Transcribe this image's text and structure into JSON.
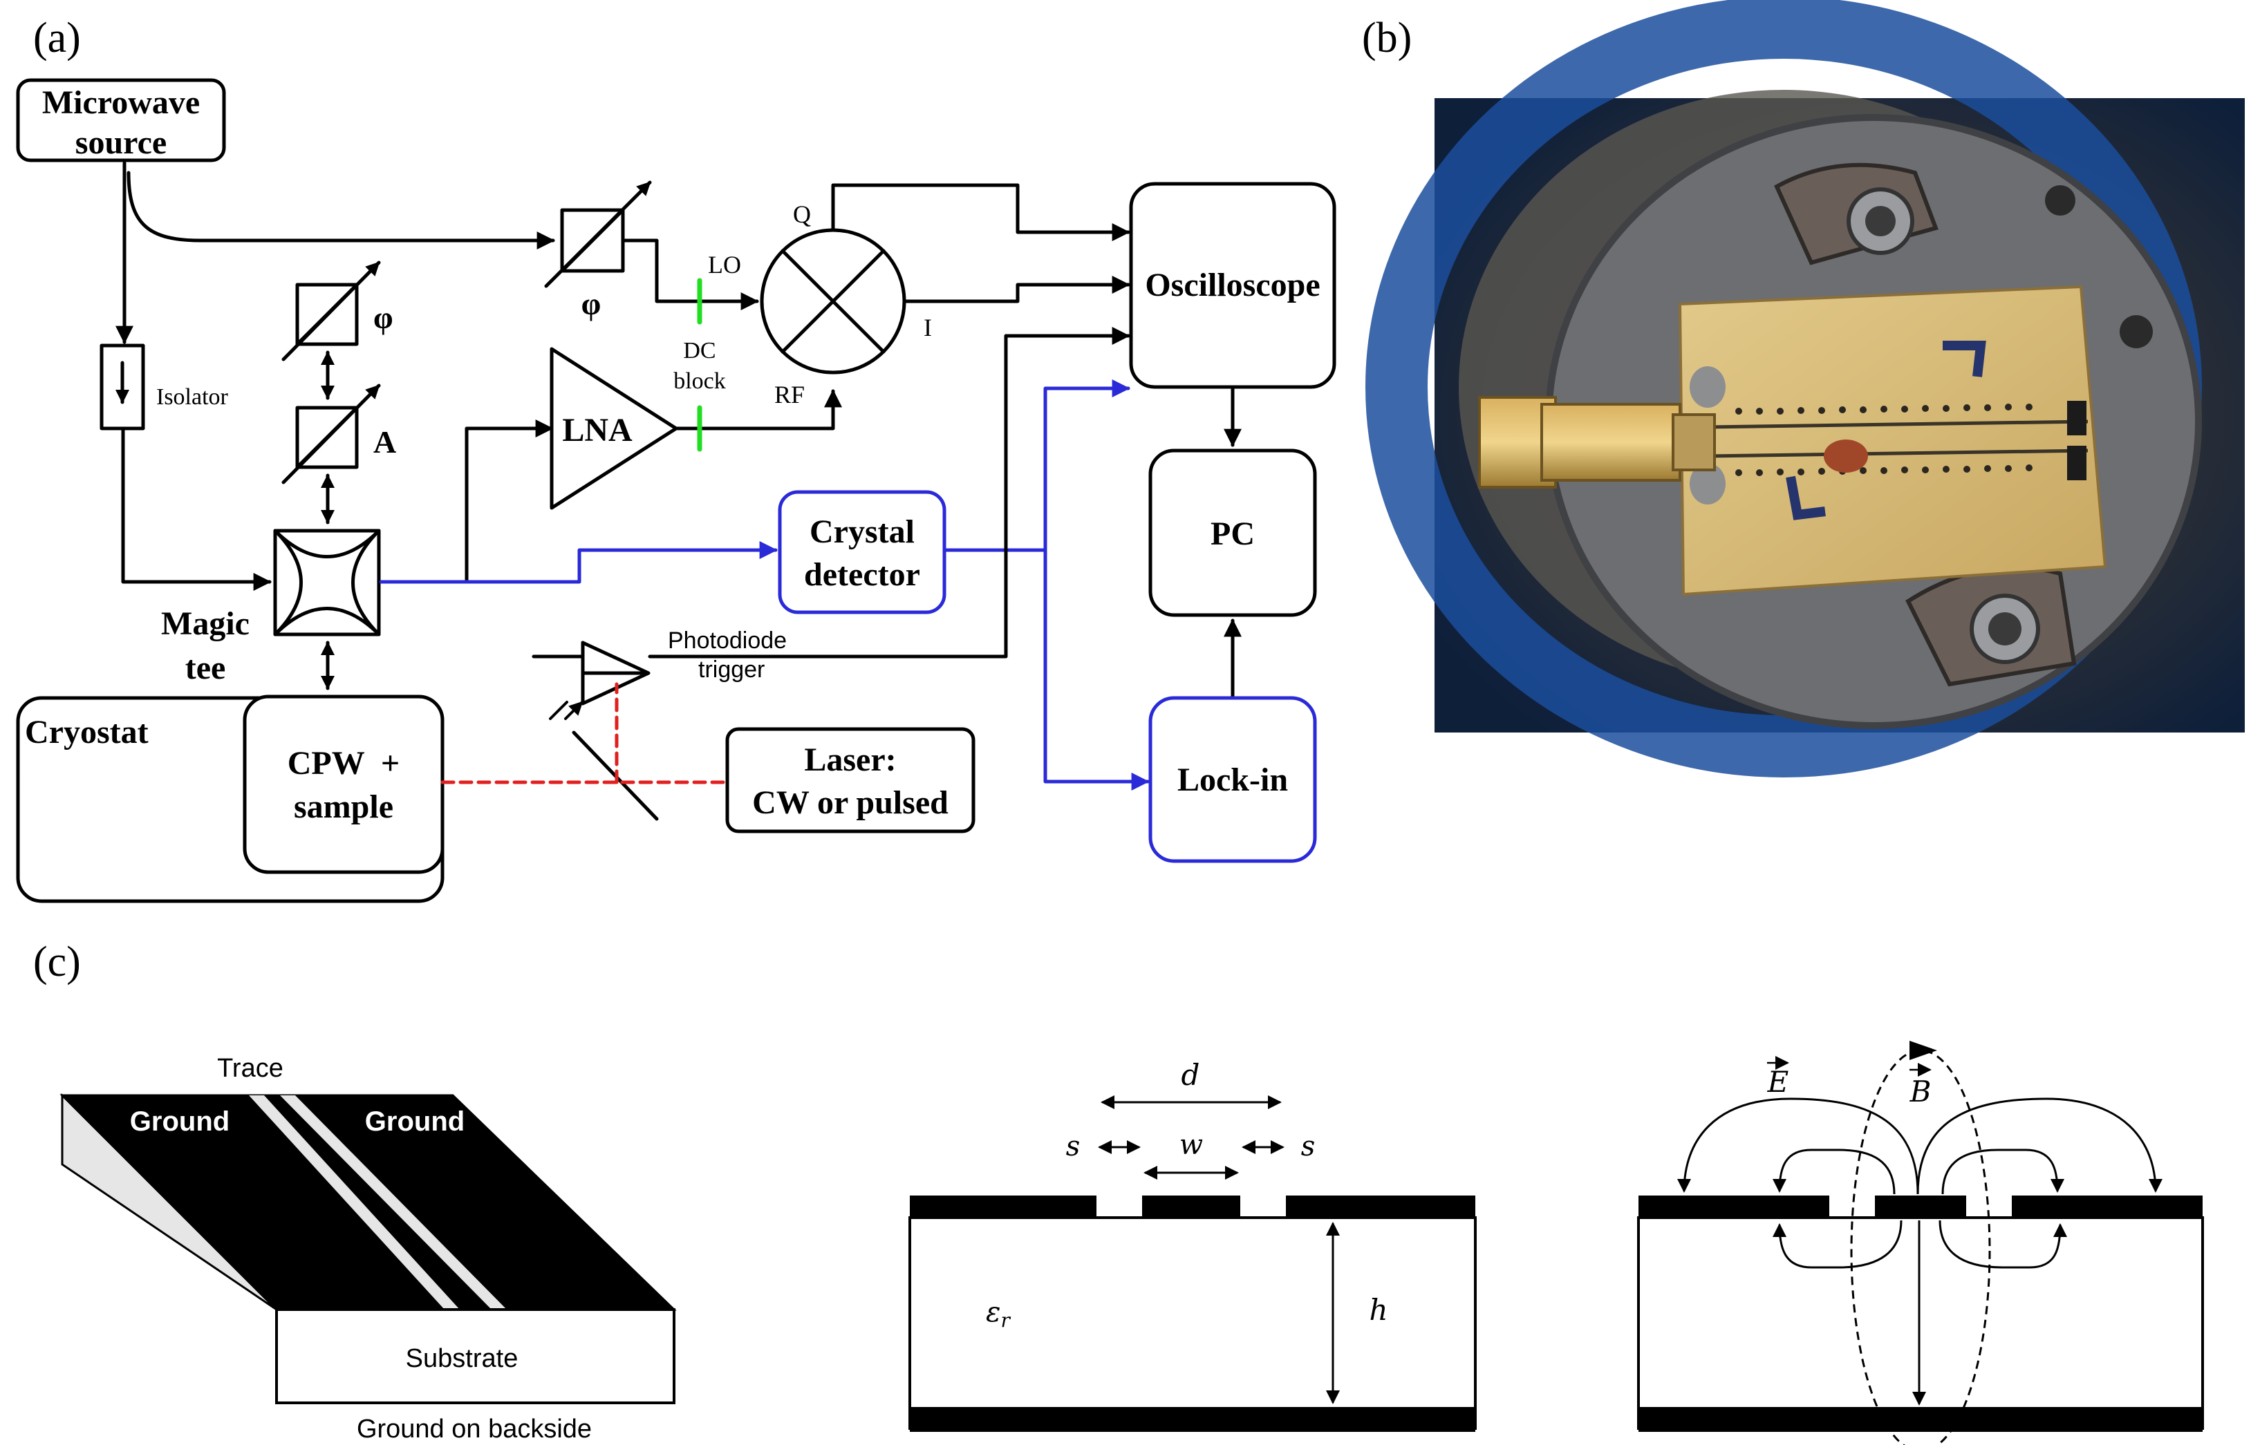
{
  "panels": {
    "a": "(a)",
    "b": "(b)",
    "c": "(c)"
  },
  "setup": {
    "microwave_source": [
      "Microwave",
      "source"
    ],
    "isolator": "Isolator",
    "phase_symbol": "φ",
    "attenuator_symbol": "A",
    "magic_tee": [
      "Magic",
      "tee"
    ],
    "cryostat": "Cryostat",
    "cpw_sample": [
      "CPW  +",
      "sample"
    ],
    "lna": "LNA",
    "dc_block": [
      "DC",
      "block"
    ],
    "mixer_ports": {
      "lo": "LO",
      "rf": "RF",
      "q": "Q",
      "i": "I"
    },
    "oscilloscope": "Oscilloscope",
    "pc": "PC",
    "lock_in": "Lock-in",
    "crystal_detector": [
      "Crystal",
      "detector"
    ],
    "photodiode_trigger": [
      "Photodiode",
      "trigger"
    ],
    "laser": [
      "Laser:",
      "CW or pulsed"
    ]
  },
  "cpw_3d": {
    "trace": "Trace",
    "ground_left": "Ground",
    "ground_right": "Ground",
    "substrate": "Substrate",
    "ground_backside": "Ground on backside"
  },
  "cpw_cross": {
    "d": "d",
    "s_left": "s",
    "w": "w",
    "s_right": "s",
    "eps": "ε",
    "eps_sub": "r",
    "h": "h"
  },
  "cpw_fields": {
    "e_field": "E",
    "b_field": "B"
  },
  "colors": {
    "signal_blue": "#2a2ad8",
    "laser_red": "#e02020",
    "dc_block_green": "#22dd22"
  }
}
